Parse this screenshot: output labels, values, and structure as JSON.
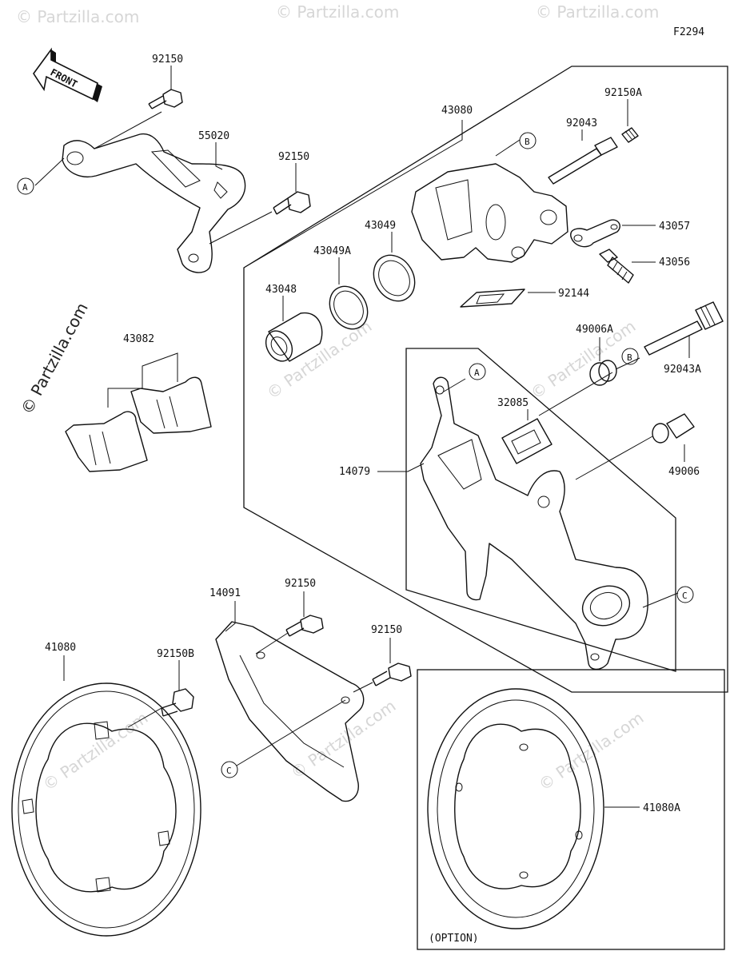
{
  "diagram_id": "F2294",
  "watermark": "© Partzilla.com",
  "front_arrow": "FRONT",
  "option_label": "(OPTION)",
  "callouts": {
    "a": "A",
    "b": "B",
    "c": "C"
  },
  "parts": {
    "bolt_top": "92150",
    "bracket": "55020",
    "bolt_mid": "92150",
    "caliper": "43080",
    "bleeder_cap": "92150A",
    "pin_upper": "92043",
    "hose_fitting": "43057",
    "bleeder_valve": "43056",
    "piston_seal_outer": "43049",
    "piston_seal_inner": "43049A",
    "piston": "43048",
    "pad_spring": "92144",
    "pad_set": "43082",
    "boot_large": "49006A",
    "pin_lower": "92043A",
    "pad_spring_holder": "32085",
    "caliper_bracket": "14079",
    "boot_small": "49006",
    "guard": "14091",
    "bolt_guard_upper": "92150",
    "bolt_guard_lower": "92150",
    "disc": "41080",
    "disc_bolt": "92150B",
    "disc_option": "41080A"
  }
}
